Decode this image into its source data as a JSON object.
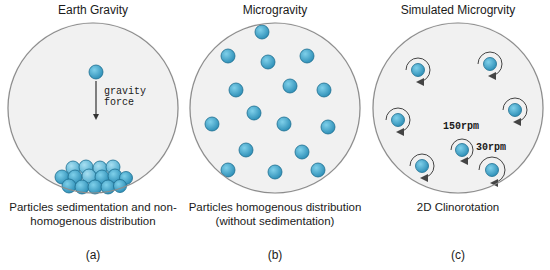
{
  "diagram": {
    "nodes": [
      {
        "text": [
          "Earth Gravity",
          "gravity force"
        ]
      },
      {
        "text": [
          "Microgravity"
        ]
      },
      {
        "text": [
          "Simulated Microgrvity",
          "150rpm",
          "30rpm"
        ]
      }
    ],
    "labels": [
      "Particles sedimentation and non-homogenous distribution",
      "(a)",
      "Particles homogenous distribution (without sedimentation)",
      "(b)",
      "2D Clinorotation",
      "(c)"
    ]
  }
}
